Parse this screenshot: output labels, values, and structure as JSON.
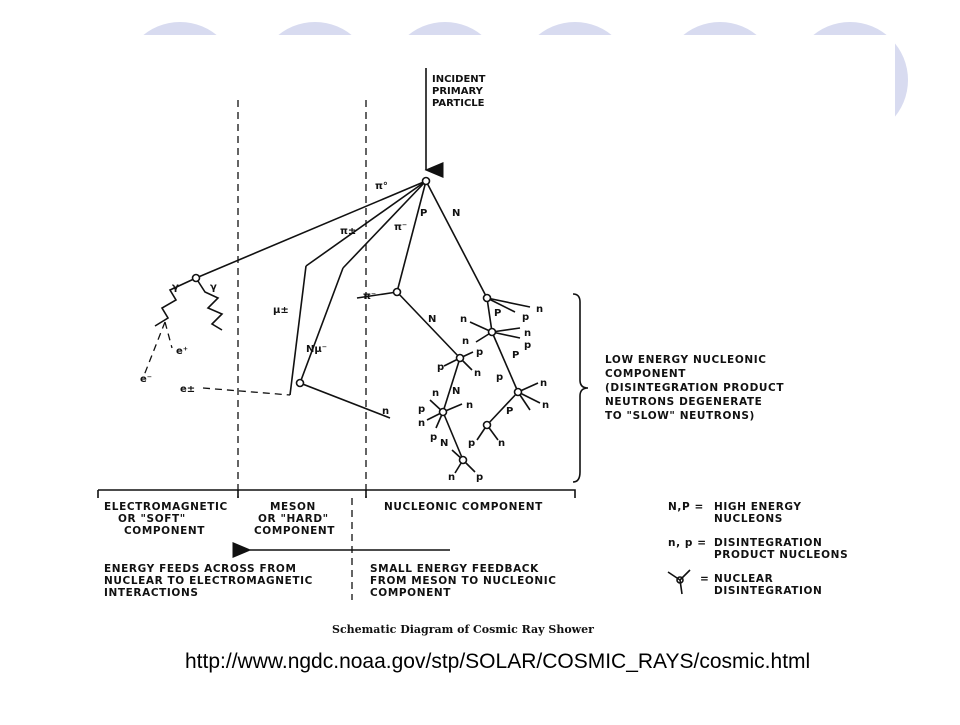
{
  "slide": {
    "decor_color": "#d8dbf0",
    "accent_color": "#111111"
  },
  "diagram": {
    "incident": [
      "INCIDENT",
      "PRIMARY",
      "PARTICLE"
    ],
    "particles": {
      "pi0": "π°",
      "pi_pm": "π±",
      "pi_minus": "π⁻",
      "P": "P",
      "N": "N",
      "mu_pm": "μ±",
      "N_mu": "Nμ⁻",
      "gamma": "γ",
      "e_plus": "e⁺",
      "e_minus": "e⁻",
      "e_pm": "e±",
      "n": "n",
      "p": "p"
    },
    "low_energy": [
      "LOW ENERGY NUCLEONIC",
      "COMPONENT",
      "(DISINTEGRATION  PRODUCT",
      "NEUTRONS DEGENERATE",
      "TO \"SLOW\" NEUTRONS)"
    ],
    "components": {
      "em": [
        "ELECTROMAGNETIC",
        "OR \"SOFT\"",
        "COMPONENT"
      ],
      "meson": [
        "MESON",
        "OR \"HARD\"",
        "COMPONENT"
      ],
      "nucleonic": "NUCLEONIC COMPONENT"
    },
    "feeds": {
      "left": [
        "ENERGY FEEDS ACROSS FROM",
        "NUCLEAR TO ELECTROMAGNETIC",
        "INTERACTIONS"
      ],
      "right": [
        "SMALL ENERGY FEEDBACK",
        "FROM MESON TO NUCLEONIC",
        "COMPONENT"
      ]
    },
    "legend": [
      {
        "key": "N,P =",
        "text": [
          "HIGH ENERGY",
          "NUCLEONS"
        ]
      },
      {
        "key": "n, p =",
        "text": [
          "DISINTEGRATION",
          "PRODUCT NUCLEONS"
        ]
      },
      {
        "key": "=",
        "text": [
          "NUCLEAR",
          "DISINTEGRATION"
        ]
      }
    ],
    "caption": "Schematic Diagram of Cosmic Ray Shower"
  },
  "footer": {
    "url": "http://www.ngdc.noaa.gov/stp/SOLAR/COSMIC_RAYS/cosmic.html"
  }
}
